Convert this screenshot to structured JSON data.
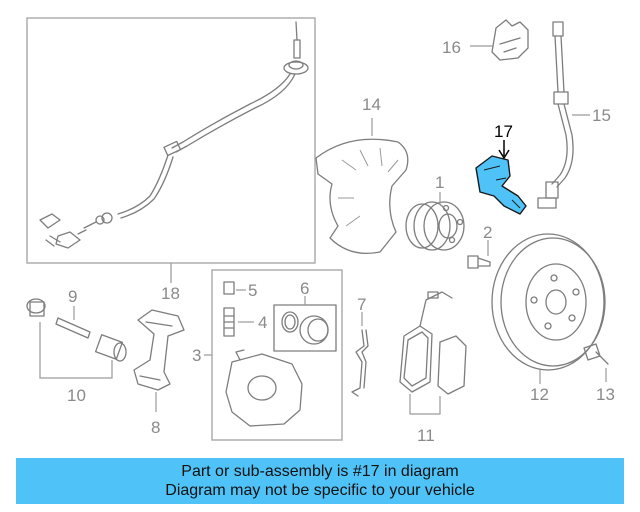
{
  "diagram": {
    "highlight_color": "#4fc3f7",
    "highlighted_part": "17",
    "callouts": [
      "1",
      "2",
      "3",
      "4",
      "5",
      "6",
      "7",
      "8",
      "9",
      "10",
      "11",
      "12",
      "13",
      "14",
      "15",
      "16",
      "17",
      "18"
    ]
  },
  "banner": {
    "line1": "Part or sub-assembly is #17 in diagram",
    "line2": "Diagram may not be specific to your vehicle"
  }
}
